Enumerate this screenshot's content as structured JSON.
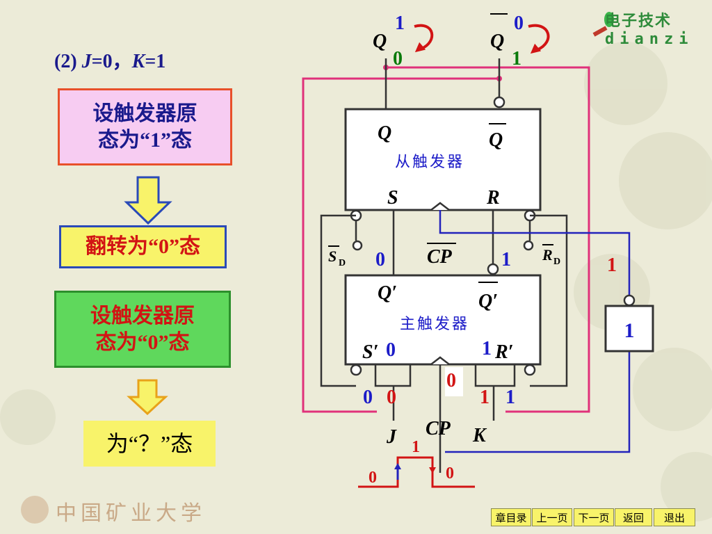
{
  "title": {
    "prefix": "(2) ",
    "j_var": "J",
    "j_eq": "=0，",
    "k_var": "K",
    "k_eq": "=1"
  },
  "steps": {
    "box1_line1": "设触发器原",
    "box1_line2": "态为“1”态",
    "box2": "翻转为“0”态",
    "box3_line1": "设触发器原",
    "box3_line2": "态为“0”态",
    "box4": "为“？”态"
  },
  "logo": {
    "line1": "电子技术",
    "line2": "dianzi"
  },
  "university": "中国矿业大学",
  "nav": [
    "章目录",
    "上一页",
    "下一页",
    "返回",
    "退出"
  ],
  "circuit": {
    "out_q": "Q",
    "out_qbar": "Q",
    "q_new": "1",
    "q_old": "0",
    "qbar_new": "0",
    "qbar_old": "1",
    "slave": {
      "q": "Q",
      "qbar": "Q",
      "name": "从触发器",
      "s": "S",
      "r": "R"
    },
    "sd": "S",
    "sd_sub": "D",
    "rd": "R",
    "rd_sub": "D",
    "cp_bar": "CP",
    "s_val": "0",
    "r_val": "1",
    "master": {
      "q": "Q′",
      "qbar": "Q′",
      "name": "主触发器",
      "s": "S′",
      "r": "R′",
      "s_val": "0",
      "r_val": "1"
    },
    "cp_in": "0",
    "gate_j_vals": [
      "0",
      "0"
    ],
    "gate_k_vals": [
      "1",
      "1"
    ],
    "inverter": "1",
    "inv_in": "1",
    "j": "J",
    "cp": "CP",
    "k": "K",
    "pulse_high": "1",
    "pulse_low_left": "0",
    "pulse_low_right": "0"
  },
  "colors": {
    "blue": "#1c1cc8",
    "red": "#d21414",
    "green": "#0a7a0a",
    "pink": "#e0317a",
    "line": "#333333"
  }
}
